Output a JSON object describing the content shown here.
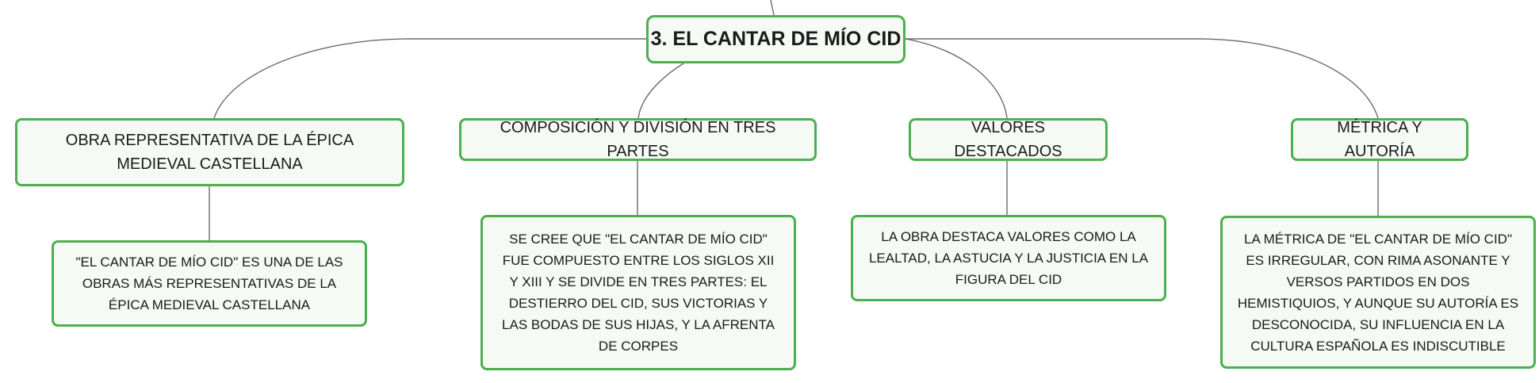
{
  "root": {
    "label": "3. EL CANTAR DE MÍO CID"
  },
  "topics": [
    {
      "label": "OBRA REPRESENTATIVA DE LA ÉPICA MEDIEVAL CASTELLANA",
      "detail": "\"EL CANTAR DE MÍO CID\" ES UNA DE LAS OBRAS MÁS REPRESENTATIVAS DE LA ÉPICA MEDIEVAL CASTELLANA"
    },
    {
      "label": "COMPOSICIÓN Y DIVISIÓN EN TRES PARTES",
      "detail": "SE CREE QUE \"EL CANTAR DE MÍO CID\" FUE COMPUESTO ENTRE LOS SIGLOS XII Y XIII Y SE DIVIDE EN TRES PARTES: EL DESTIERRO DEL CID, SUS VICTORIAS Y LAS BODAS DE SUS HIJAS, Y LA AFRENTA DE CORPES"
    },
    {
      "label": "VALORES DESTACADOS",
      "detail": "LA OBRA DESTACA VALORES COMO LA LEALTAD, LA ASTUCIA Y LA JUSTICIA EN LA FIGURA DEL CID"
    },
    {
      "label": "MÉTRICA Y AUTORÍA",
      "detail": "LA MÉTRICA DE \"EL CANTAR DE MÍO CID\" ES IRREGULAR, CON RIMA ASONANTE Y VERSOS PARTIDOS EN DOS HEMISTIQUIOS, Y AUNQUE SU AUTORÍA ES DESCONOCIDA, SU INFLUENCIA EN LA CULTURA ESPAÑOLA ES INDISCUTIBLE"
    }
  ],
  "colors": {
    "node_border": "#4caf50",
    "node_fill": "#f5faf5",
    "connector": "#6b6b6b",
    "text": "#1a1a1a"
  }
}
